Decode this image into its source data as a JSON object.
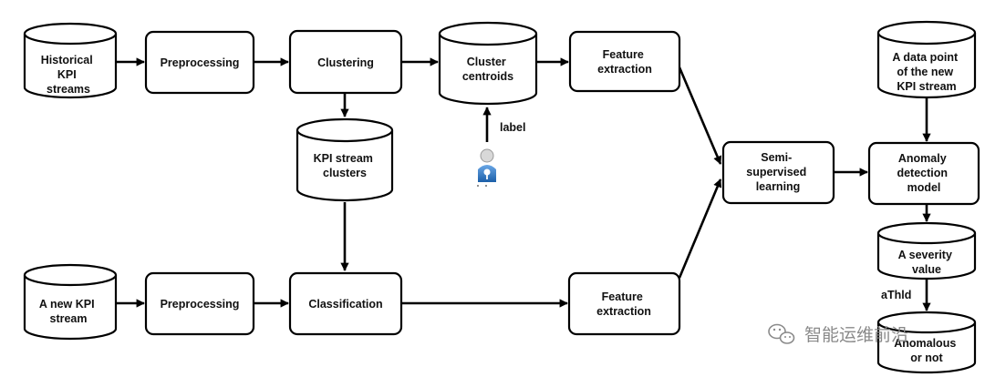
{
  "diagram": {
    "nodes": {
      "historical_kpi": {
        "lines": [
          "Historical",
          "KPI",
          "streams"
        ]
      },
      "preprocessing_top": {
        "lines": [
          "Preprocessing"
        ]
      },
      "clustering": {
        "lines": [
          "Clustering"
        ]
      },
      "cluster_centroids": {
        "lines": [
          "Cluster",
          "centroids"
        ]
      },
      "feature_extraction_top": {
        "lines": [
          "Feature",
          "extraction"
        ]
      },
      "kpi_stream_clusters": {
        "lines": [
          "KPI stream",
          "clusters"
        ]
      },
      "semi_supervised": {
        "lines": [
          "Semi-",
          "supervised",
          "learning"
        ]
      },
      "data_point_new": {
        "lines": [
          "A data  point",
          "of the new",
          "KPI stream"
        ]
      },
      "anomaly_model": {
        "lines": [
          "Anomaly",
          "detection",
          "model"
        ]
      },
      "severity_value": {
        "lines": [
          "A severity",
          "value"
        ]
      },
      "anomalous": {
        "lines": [
          "Anomalous",
          "or not"
        ]
      },
      "new_kpi_stream": {
        "lines": [
          "A new KPI",
          "stream"
        ]
      },
      "preprocessing_bottom": {
        "lines": [
          "Preprocessing"
        ]
      },
      "classification": {
        "lines": [
          "Classification"
        ]
      },
      "feature_extraction_bottom": {
        "lines": [
          "Feature",
          "extraction"
        ]
      }
    },
    "edge_labels": {
      "label": "label",
      "athld": "aThld"
    },
    "icons": {
      "operator": "operator-person-icon"
    }
  },
  "watermark": {
    "text": "智能运维前沿",
    "icon": "wechat-icon"
  }
}
